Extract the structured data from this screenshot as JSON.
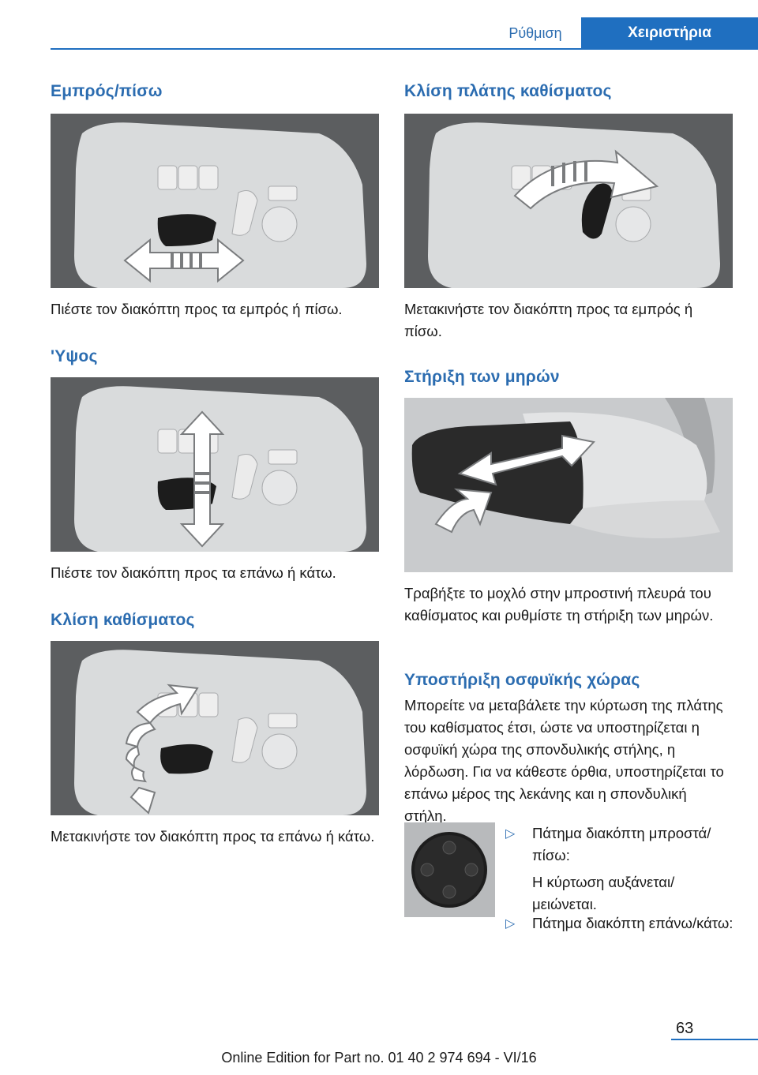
{
  "header": {
    "section": "Ρύθμιση",
    "chapter": "Χειριστήρια"
  },
  "left": {
    "s1": {
      "heading": "Εμπρός/πίσω",
      "text": "Πιέστε τον διακόπτη προς τα εμπρός ή πίσω."
    },
    "s2": {
      "heading": "'Υψος",
      "text": "Πιέστε τον διακόπτη προς τα επάνω ή κάτω."
    },
    "s3": {
      "heading": "Κλίση καθίσματος",
      "text": "Μετακινήστε τον διακόπτη προς τα επάνω ή κάτω."
    }
  },
  "right": {
    "s1": {
      "heading": "Κλίση πλάτης καθίσματος",
      "text": "Μετακινήστε τον διακόπτη προς τα εμπρός ή πίσω."
    },
    "s2": {
      "heading": "Στήριξη των μηρών",
      "text": "Τραβήξτε το μοχλό στην μπροστινή πλευρά του καθίσματος και ρυθμίστε τη στήριξη των μηρών."
    },
    "s3": {
      "heading": "Υποστήριξη οσφυϊκής χώρας",
      "text": "Μπορείτε να μεταβάλετε την κύρτωση της πλάτης του καθίσματος έτσι, ώστε να υποστηρίζεται η οσφυϊκή χώρα της σπονδυλικής στήλης, η λόρδωση. Για να κάθεστε όρθια, υποστηρίζεται το επάνω μέρος της λεκάνης και η σπονδυλική στήλη."
    },
    "bullets": [
      {
        "marker": "▷",
        "title": "Πάτημα διακόπτη μπροστά/πίσω:",
        "detail": "Η κύρτωση αυξάνεται/μειώνεται."
      },
      {
        "marker": "▷",
        "title": "Πάτημα διακόπτη επάνω/κάτω:"
      }
    ]
  },
  "footer": {
    "page": "63",
    "edition": "Online Edition for Part no. 01 40 2 974 694 - VI/16",
    "watermark": "Online Edition for Part no. 01 40 2 974 694 - VI/16"
  }
}
